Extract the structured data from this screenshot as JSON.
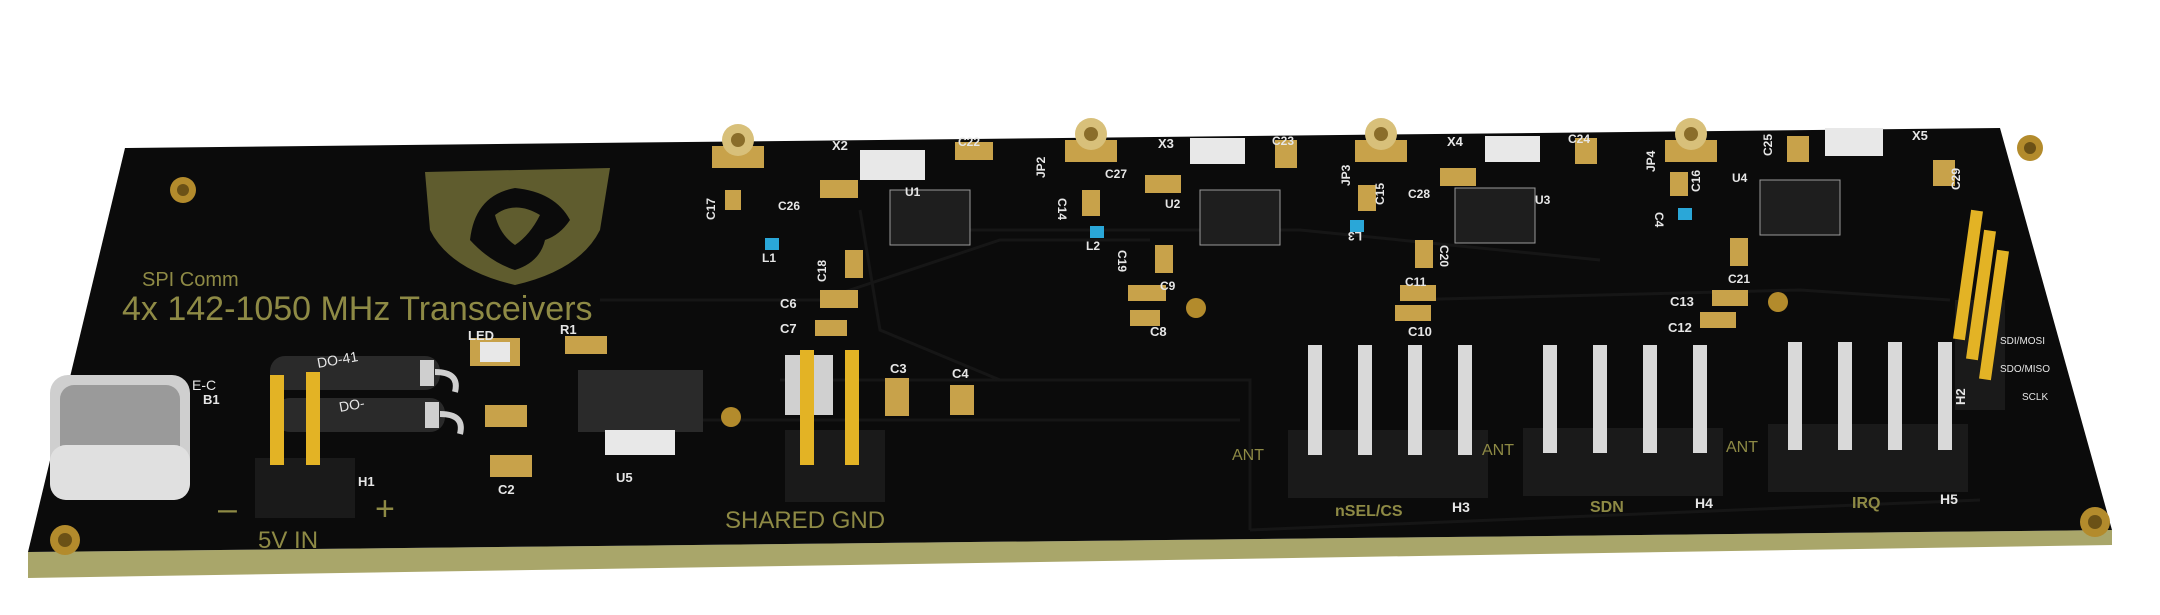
{
  "board": {
    "title_line1": "SPI Comm",
    "title_line2": "4x 142-1050 MHz Transceivers",
    "power_label": "5V IN",
    "power_minus": "–",
    "power_plus": "+",
    "shared_gnd": "SHARED GND",
    "colors": {
      "pcb": "#0b0b0b",
      "pcb_edge": "#a9a66a",
      "silk_gold": "#8e8a45",
      "silk_white": "#e6e6e6",
      "pad_gold": "#c8a24a",
      "header_black": "#1a1a1a",
      "pin_gold": "#e3b325",
      "pin_silver": "#d9d9d9"
    }
  },
  "refdes": {
    "u1": "U1",
    "u2": "U2",
    "u3": "U3",
    "u4": "U4",
    "u5": "U5",
    "x2": "X2",
    "x3": "X3",
    "x4": "X4",
    "x5": "X5",
    "jp2": "JP2",
    "jp3": "JP3",
    "jp4": "JP4",
    "l1": "L1",
    "l2": "L2",
    "l3": "L3",
    "c2": "C2",
    "c3": "C3",
    "c4": "C4",
    "c6": "C6",
    "c7": "C7",
    "c8": "C8",
    "c9": "C9",
    "c10": "C10",
    "c11": "C11",
    "c12": "C12",
    "c13": "C13",
    "c14": "C14",
    "c15": "C15",
    "c16": "C16",
    "c17": "C17",
    "c18": "C18",
    "c19": "C19",
    "c20": "C20",
    "c21": "C21",
    "c22": "C22",
    "c23": "C23",
    "c24": "C24",
    "c25": "C25",
    "c26": "C26",
    "c27": "C27",
    "c28": "C28",
    "c29": "C29",
    "r1": "R1",
    "led": "LED",
    "b1": "B1",
    "do_a": "DO-41",
    "do_b": "DO-",
    "h1": "H1",
    "h2": "H2",
    "h3": "H3",
    "h4": "H4",
    "h5": "H5",
    "usb": "E-C"
  },
  "headers": {
    "h3_name": "nSEL/CS",
    "h4_name": "SDN",
    "h5_name": "IRQ",
    "ant": "ANT",
    "h2_pins": [
      "SDI/MOSI",
      "SDO/MISO",
      "SCLK"
    ]
  }
}
